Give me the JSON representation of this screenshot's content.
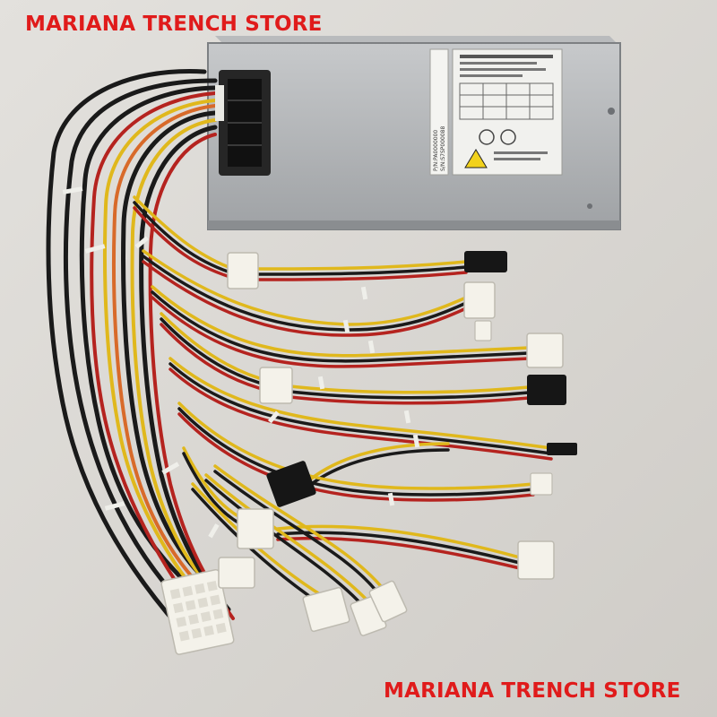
{
  "watermark": {
    "top_text": "MARIANA TRENCH STORE",
    "bottom_text": "MARIANA TRENCH STORE",
    "color": "#e01b1b"
  },
  "colors": {
    "floor": "#d9d7d3",
    "psu_casing": "#a9acae",
    "psu_face": "#c3c5c7",
    "fan": "#1e1e1e",
    "label": "#f1f1ee",
    "wire_black": "#1a1a1a",
    "wire_yellow": "#e0b81c",
    "wire_red": "#b5231f",
    "wire_orange": "#d86a2a",
    "connector_white": "#f4f2ea",
    "connector_black": "#161616",
    "cable_tie": "#efefea"
  },
  "psu": {
    "pn_text": "P/N:PA0000000",
    "sn_text": "S/N:S7SP000088"
  }
}
